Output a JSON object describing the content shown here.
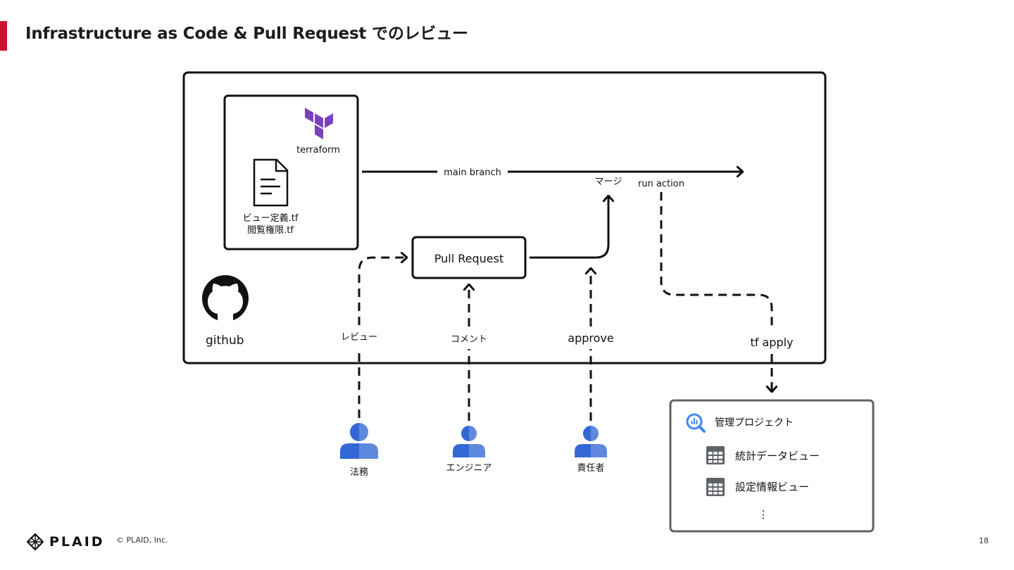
{
  "slide": {
    "title": "Infrastructure as Code & Pull Request でのレビュー",
    "accent_color": "#d0102a"
  },
  "diagram": {
    "github_label": "github",
    "terraform_label": "terraform",
    "files": [
      "ビュー定義.tf",
      "閲覧権限.tf"
    ],
    "main_branch_label": "main branch",
    "merge_label": "マージ",
    "run_action_label": "run action",
    "pull_request_label": "Pull Request",
    "tf_apply_label": "tf apply",
    "actors": [
      {
        "flow_label": "レビュー",
        "role": "法務"
      },
      {
        "flow_label": "コメント",
        "role": "エンジニア"
      },
      {
        "flow_label": "approve",
        "role": "責任者"
      }
    ],
    "project": {
      "title": "管理プロジェクト",
      "items": [
        "統計データビュー",
        "設定情報ビュー"
      ],
      "more": "⋮"
    },
    "colors": {
      "terraform": "#7b42bc",
      "person": "#3367d6",
      "bigquery": "#4285f4",
      "table_icon": "#5f6368"
    }
  },
  "footer": {
    "logo": "PLAID",
    "copyright": "© PLAID, Inc.",
    "page_number": "18"
  }
}
